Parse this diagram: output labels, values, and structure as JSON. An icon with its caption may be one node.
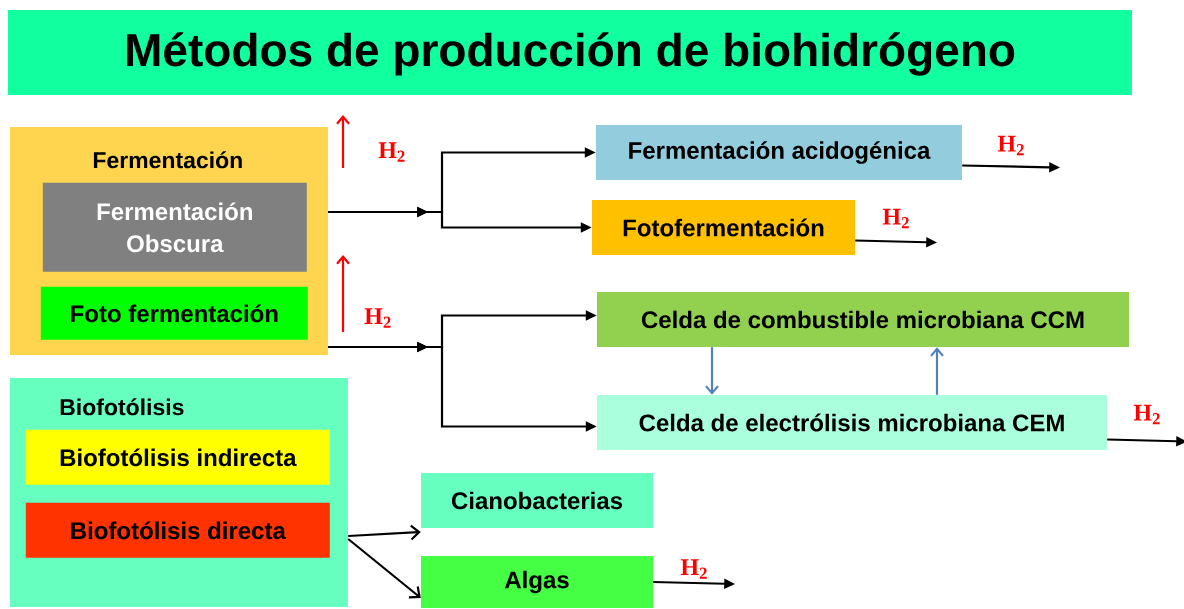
{
  "diagram": {
    "title": "Métodos de producción de biohidrógeno",
    "nodes": [
      {
        "text": [
          "Fermentación"
        ]
      },
      {
        "text": [
          "Fermentación Obscura"
        ],
        "in": 0
      },
      {
        "text": [
          "Foto fermentación"
        ],
        "in": 0
      },
      {
        "text": [
          "Biofotólisis"
        ]
      },
      {
        "text": [
          "Biofotólisis indirecta"
        ],
        "in": 3
      },
      {
        "text": [
          "Biofotólisis directa"
        ],
        "in": 3
      },
      {
        "text": [
          "Fermentación acidogénica"
        ]
      },
      {
        "text": [
          "Fotofermentación"
        ]
      },
      {
        "text": [
          "Celda de combustible microbiana CCM"
        ]
      },
      {
        "text": [
          "Celda de electrólisis microbiana   CEM"
        ]
      },
      {
        "text": [
          "Cianobacterias"
        ]
      },
      {
        "text": [
          "Algas"
        ]
      }
    ],
    "edges": [
      {
        "from": 0,
        "to": 6,
        "arrow": "to"
      },
      {
        "from": 0,
        "to": 7,
        "arrow": "to"
      },
      {
        "from": 0,
        "to": 8,
        "arrow": "to"
      },
      {
        "from": 0,
        "to": 9,
        "arrow": "to"
      },
      {
        "from": 8,
        "to": 9,
        "arrow": "to",
        "color": "#4f81bd"
      },
      {
        "from": 9,
        "to": 8,
        "arrow": "to",
        "color": "#4f81bd"
      },
      {
        "from": 3,
        "to": 10,
        "arrow": "to"
      },
      {
        "from": 3,
        "to": 11,
        "arrow": "to"
      },
      {
        "from": 6,
        "to": null,
        "arrow": "to",
        "label": "H$_{2}$"
      },
      {
        "from": 7,
        "to": null,
        "arrow": "to",
        "label": "H$_{2}$"
      },
      {
        "from": 9,
        "to": null,
        "arrow": "to",
        "label": "H$_{2}$"
      },
      {
        "from": 11,
        "to": null,
        "arrow": "to",
        "label": "H$_{2}$"
      }
    ],
    "labels": [
      "H$_{2}$",
      "H$_{2}$"
    ]
  }
}
